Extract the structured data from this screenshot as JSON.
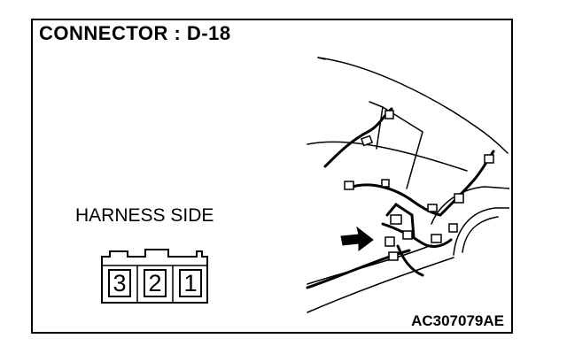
{
  "diagram": {
    "title": "CONNECTOR : D-18",
    "harness_label": "HARNESS SIDE",
    "connector_pins": [
      "3",
      "2",
      "1"
    ],
    "figure_code": "AC307079AE"
  }
}
